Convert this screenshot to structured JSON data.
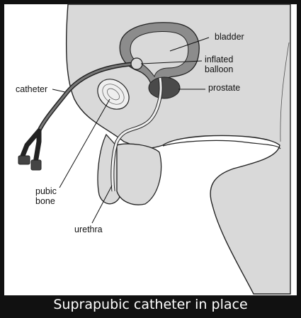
{
  "labels": {
    "bladder": "bladder",
    "inflated_balloon_line1": "inflated",
    "inflated_balloon_line2": "balloon",
    "prostate": "prostate",
    "catheter": "catheter",
    "pubic_bone_line1": "pubic",
    "pubic_bone_line2": "bone",
    "urethra": "urethra"
  },
  "caption": "Suprapubic catheter in place",
  "colors": {
    "body_fill": "#d9d9d9",
    "bladder_wall": "#8c8c8c",
    "prostate": "#4a4a4a",
    "outline": "#222222",
    "caption_bg": "#111111",
    "caption_text": "#ffffff"
  }
}
